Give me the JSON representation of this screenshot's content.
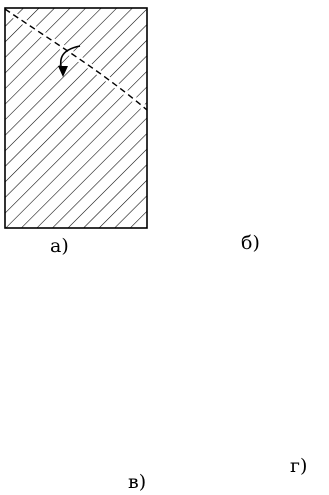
{
  "diagram": {
    "panels": [
      {
        "id": "a",
        "label": "а)"
      },
      {
        "id": "b",
        "label": "б)"
      },
      {
        "id": "v",
        "label": "в)"
      },
      {
        "id": "g",
        "label": "г)"
      }
    ],
    "icons": [
      "fold-arrow-icon",
      "scissors-icon"
    ],
    "colors": {
      "ink": "#000000",
      "paper": "#ffffff"
    }
  }
}
